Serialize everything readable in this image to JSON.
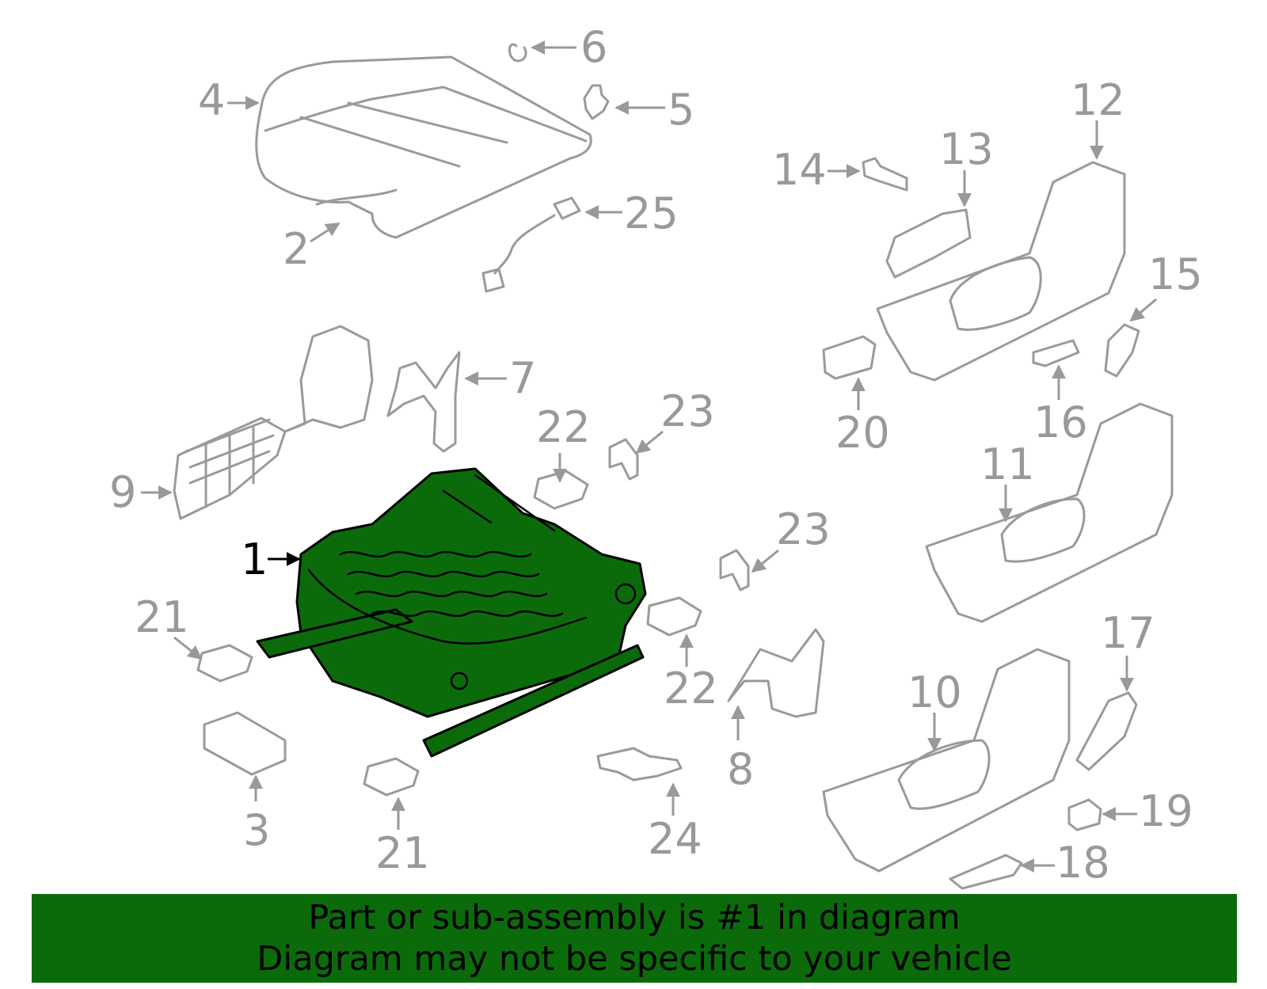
{
  "diagram": {
    "highlight_color": "#0b6b0b",
    "highlighted_part": "1",
    "callouts": [
      {
        "id": "1",
        "label": "1"
      },
      {
        "id": "2",
        "label": "2"
      },
      {
        "id": "3",
        "label": "3"
      },
      {
        "id": "4",
        "label": "4"
      },
      {
        "id": "5",
        "label": "5"
      },
      {
        "id": "6",
        "label": "6"
      },
      {
        "id": "7",
        "label": "7"
      },
      {
        "id": "8",
        "label": "8"
      },
      {
        "id": "9",
        "label": "9"
      },
      {
        "id": "10",
        "label": "10"
      },
      {
        "id": "11",
        "label": "11"
      },
      {
        "id": "12",
        "label": "12"
      },
      {
        "id": "13",
        "label": "13"
      },
      {
        "id": "14",
        "label": "14"
      },
      {
        "id": "15",
        "label": "15"
      },
      {
        "id": "16",
        "label": "16"
      },
      {
        "id": "17",
        "label": "17"
      },
      {
        "id": "18",
        "label": "18"
      },
      {
        "id": "19",
        "label": "19"
      },
      {
        "id": "20",
        "label": "20"
      },
      {
        "id": "21a",
        "label": "21"
      },
      {
        "id": "21b",
        "label": "21"
      },
      {
        "id": "22a",
        "label": "22"
      },
      {
        "id": "22b",
        "label": "22"
      },
      {
        "id": "23a",
        "label": "23"
      },
      {
        "id": "23b",
        "label": "23"
      },
      {
        "id": "24",
        "label": "24"
      },
      {
        "id": "25",
        "label": "25"
      }
    ]
  },
  "banner": {
    "line1": "Part or sub-assembly is #1 in diagram",
    "line2": "Diagram may not be specific to your vehicle"
  }
}
